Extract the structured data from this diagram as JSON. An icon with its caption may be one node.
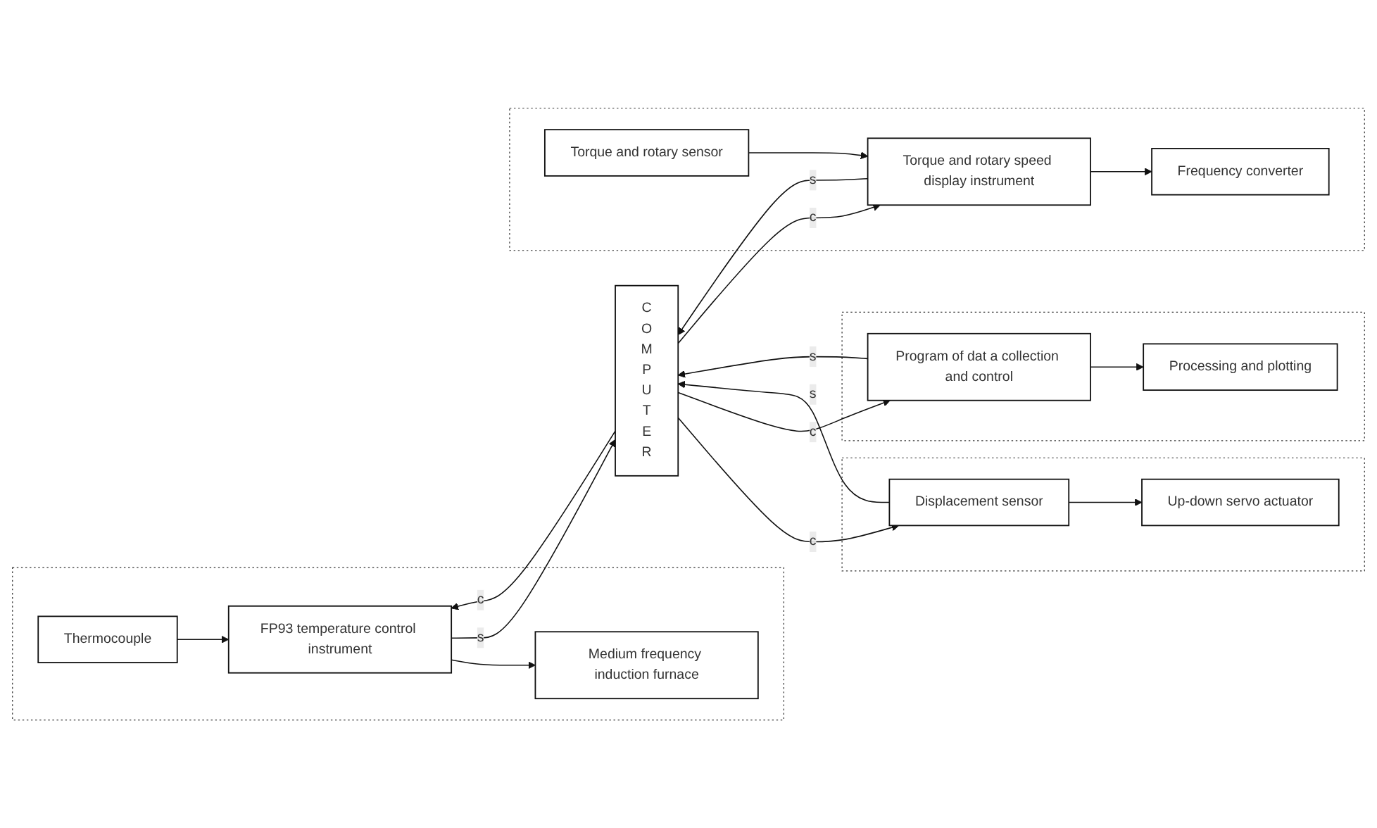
{
  "diagram": {
    "nodes": [
      {
        "text": [],
        "shape": "box"
      },
      {
        "text": [
          "Medium frequency induction furnace"
        ],
        "in": 0
      },
      {
        "text": [
          "FP93 temperature control instrument"
        ],
        "in": 0
      },
      {
        "text": [
          "Thermocouple"
        ],
        "in": 0
      },
      {
        "text": [],
        "shape": "box"
      },
      {
        "text": [
          "Displacement sensor"
        ],
        "in": 4
      },
      {
        "text": [
          "Up-down servo actuator"
        ],
        "in": 4
      },
      {
        "text": [
          "COMPUTER"
        ]
      },
      {
        "text": [],
        "shape": "box"
      },
      {
        "text": [
          "Frequency converter"
        ],
        "in": 8
      },
      {
        "text": [
          "Torque and rotary speed display instrument"
        ],
        "in": 8
      },
      {
        "text": [
          "Torque and rotary sensor"
        ],
        "in": 8
      },
      {
        "text": [],
        "shape": "box"
      },
      {
        "text": [
          "Program of dat a collection and control"
        ],
        "in": 12
      },
      {
        "text": [
          "Processing and plotting"
        ],
        "in": 12
      }
    ],
    "edges": [
      {
        "from": 2,
        "to": 1,
        "arrow": "to"
      },
      {
        "from": 3,
        "to": 2,
        "arrow": "to"
      },
      {
        "from": 2,
        "to": 7,
        "label": "s",
        "arrow": "to"
      },
      {
        "from": 7,
        "to": 2,
        "label": "c",
        "arrow": "to"
      },
      {
        "from": 5,
        "to": 7,
        "label": "s",
        "arrow": "to"
      },
      {
        "from": 7,
        "to": 5,
        "label": "c",
        "arrow": "to"
      },
      {
        "from": 5,
        "to": 6,
        "arrow": "to"
      },
      {
        "from": 10,
        "to": 7,
        "label": "s",
        "arrow": "to"
      },
      {
        "from": 7,
        "to": 10,
        "label": "c",
        "arrow": "to"
      },
      {
        "from": 10,
        "to": 9,
        "arrow": "to"
      },
      {
        "from": 11,
        "to": 10,
        "arrow": "to"
      },
      {
        "from": 13,
        "to": 7,
        "label": "s",
        "arrow": "to"
      },
      {
        "from": 7,
        "to": 13,
        "label": "c",
        "arrow": "to"
      },
      {
        "from": 13,
        "to": 14,
        "arrow": "to"
      }
    ]
  }
}
